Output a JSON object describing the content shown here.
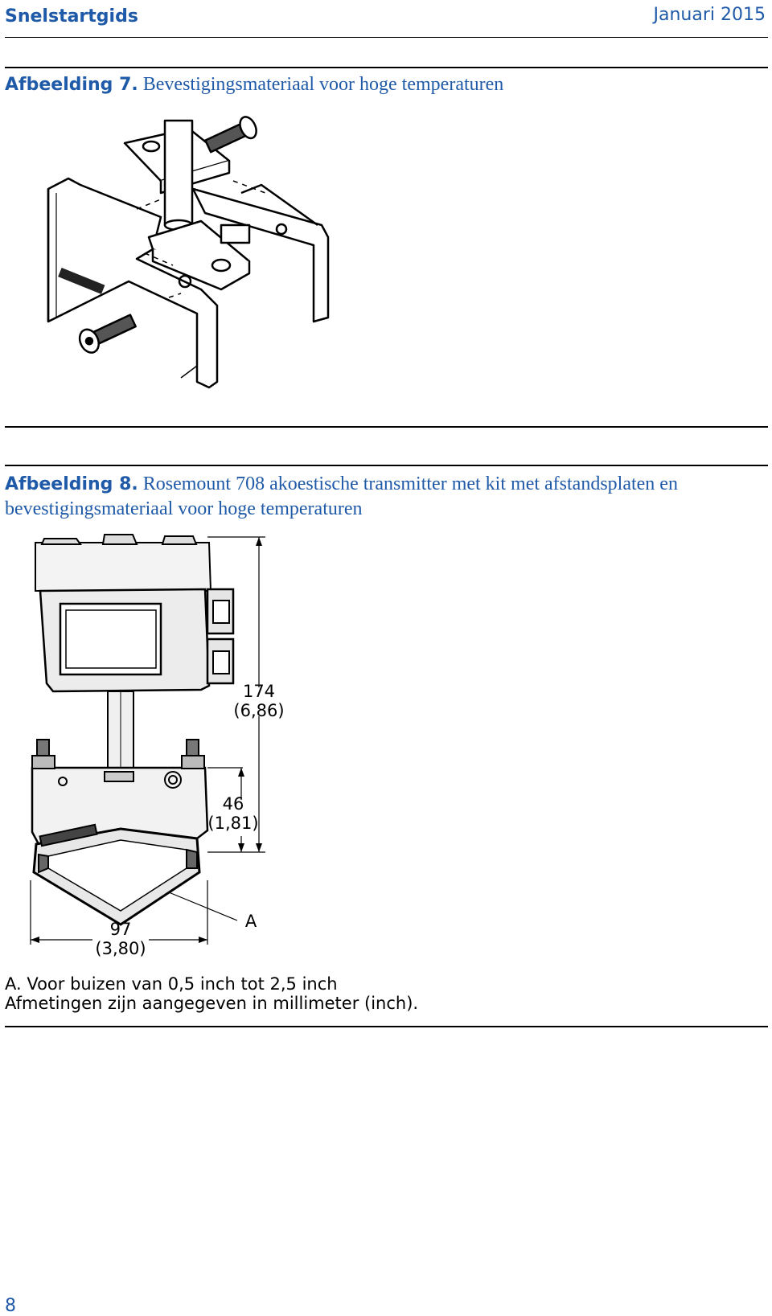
{
  "header": {
    "left": "Snelstartgids",
    "right": "Januari 2015"
  },
  "figure7": {
    "label": "Afbeelding 7.",
    "title": "Bevestigingsmateriaal voor hoge temperaturen"
  },
  "figure8": {
    "label": "Afbeelding 8.",
    "title": "Rosemount 708 akoestische transmitter met kit met afstandsplaten en bevestigingsmateriaal voor hoge temperaturen",
    "dimensions": {
      "height_total_mm": "174",
      "height_total_in": "(6,86)",
      "plate_height_mm": "46",
      "plate_height_in": "(1,81)",
      "width_mm": "97",
      "width_in": "(3,80)",
      "callout_a": "A"
    },
    "notes": {
      "a": "A. Voor buizen van 0,5 inch tot 2,5 inch",
      "units": "Afmetingen zijn aangegeven in millimeter (inch)."
    }
  },
  "footer": {
    "page_number": "8"
  }
}
